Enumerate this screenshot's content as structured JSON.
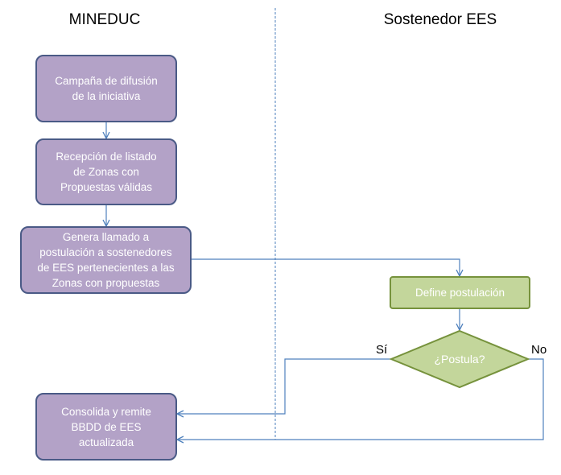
{
  "lanes": {
    "left_title": "MINEDUC",
    "right_title": "Sostenedor EES"
  },
  "nodes": {
    "difusion": [
      "Campaña de difusión",
      "de la iniciativa"
    ],
    "recepcion": [
      "Recepción de listado",
      "de Zonas con",
      "Propuestas válidas"
    ],
    "llamado": [
      "Genera llamado a",
      "postulación a sostenedores",
      "de EES pertenecientes a las",
      "Zonas con propuestas"
    ],
    "define": [
      "Define postulación"
    ],
    "postula": "¿Postula?",
    "consolida": [
      "Consolida y remite",
      "BBDD de EES",
      "actualizada"
    ]
  },
  "branches": {
    "yes": "Sí",
    "no": "No"
  },
  "colors": {
    "process_fill": "#b3a2c7",
    "process_border": "#4a5a86",
    "decision_fill": "#c3d69b",
    "decision_border": "#76923c",
    "connector": "#4f81bd",
    "lane_divider": "#4f81bd"
  }
}
